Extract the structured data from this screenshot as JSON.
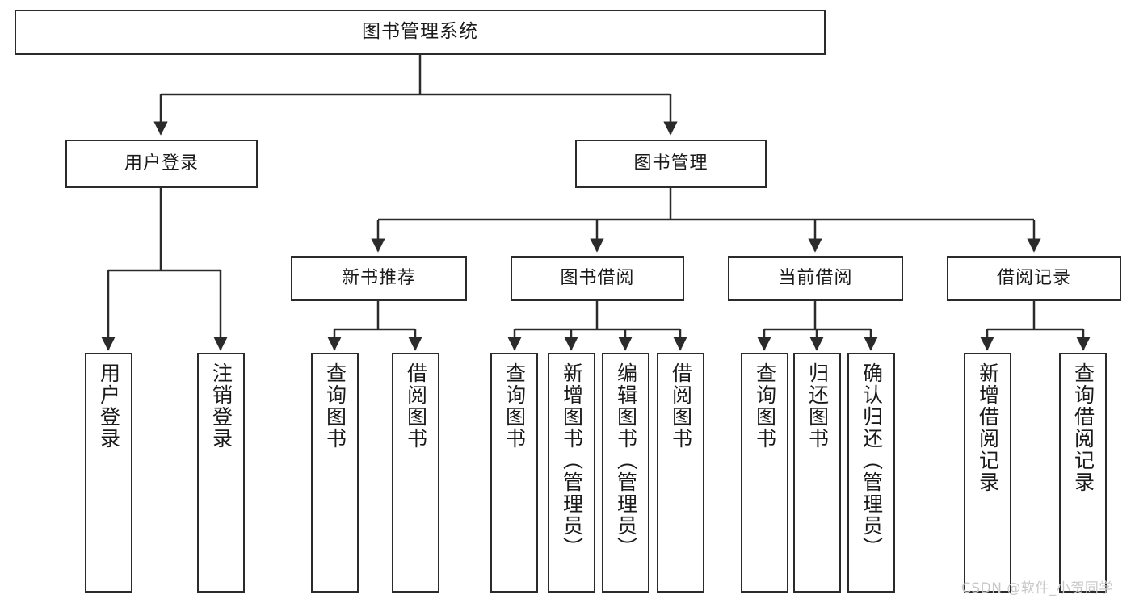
{
  "diagram": {
    "title": "图书管理系统",
    "type": "tree-structure-chart",
    "watermark": "CSDN @软件_小贺同学",
    "colors": {
      "stroke": "#2b2b2b",
      "fill": "#ffffff",
      "text": "#1a1a1a",
      "watermark": "#c9c9c9"
    },
    "nodes": {
      "root": {
        "label": "图书管理系统"
      },
      "level2": [
        {
          "label": "用户登录"
        },
        {
          "label": "图书管理"
        }
      ],
      "level3": [
        {
          "label": "新书推荐"
        },
        {
          "label": "图书借阅"
        },
        {
          "label": "当前借阅"
        },
        {
          "label": "借阅记录"
        }
      ],
      "leaves": {
        "user_login": [
          {
            "label": "用户登录"
          },
          {
            "label": "注销登录"
          }
        ],
        "new_book": [
          {
            "label": "查询图书"
          },
          {
            "label": "借阅图书"
          }
        ],
        "borrow": [
          {
            "label": "查询图书"
          },
          {
            "label": "新增图书（管理员）"
          },
          {
            "label": "编辑图书（管理员）"
          },
          {
            "label": "借阅图书"
          }
        ],
        "current": [
          {
            "label": "查询图书"
          },
          {
            "label": "归还图书"
          },
          {
            "label": "确认归还（管理员）"
          }
        ],
        "records": [
          {
            "label": "新增借阅记录"
          },
          {
            "label": "查询借阅记录"
          }
        ]
      }
    }
  }
}
